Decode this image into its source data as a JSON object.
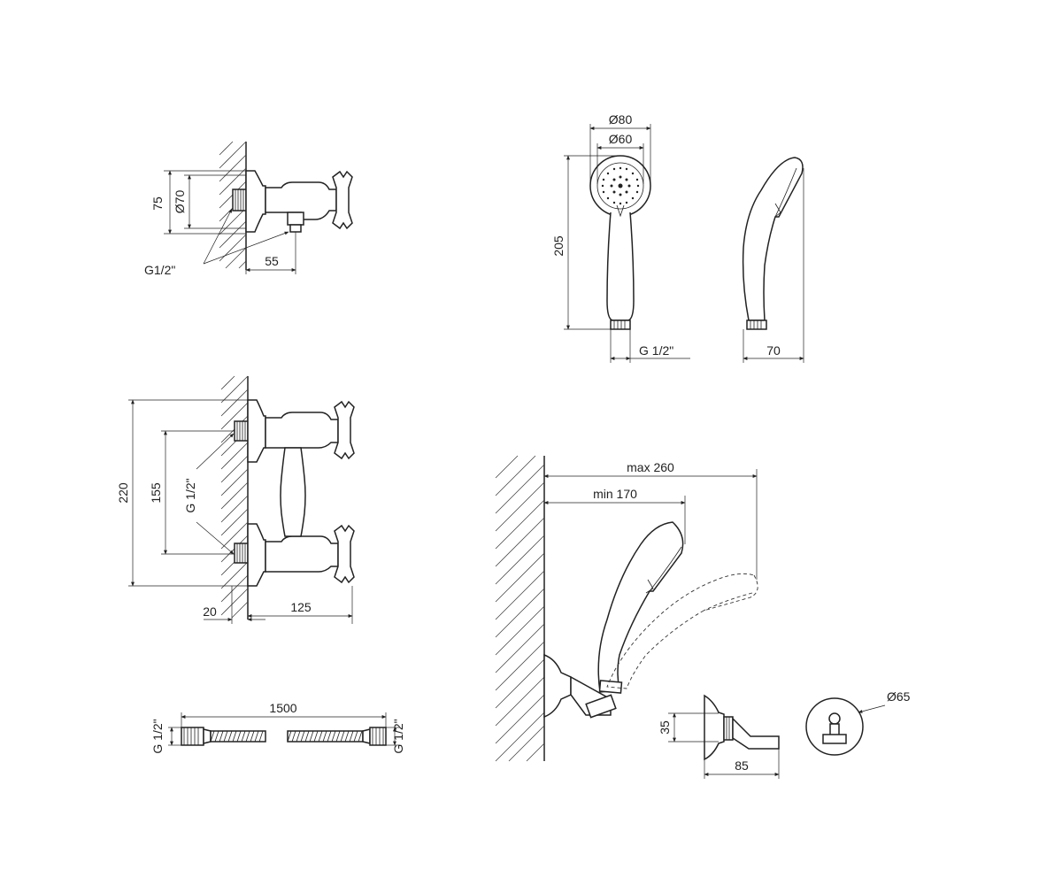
{
  "labels": {
    "mixer_top_height": "75",
    "mixer_top_flange_dia": "Ø70",
    "mixer_top_thread": "G1/2\"",
    "mixer_top_depth": "55",
    "mixer_front_height": "220",
    "mixer_front_spacing": "155",
    "mixer_front_thread": "G 1/2\"",
    "mixer_front_wall": "20",
    "mixer_front_depth": "125",
    "hose_length": "1500",
    "hose_thread_left": "G 1/2\"",
    "hose_thread_right": "G 1/2\"",
    "head_dia_outer": "Ø80",
    "head_dia_inner": "Ø60",
    "head_length": "205",
    "head_thread": "G 1/2\"",
    "head_depth": "70",
    "holder_max": "max 260",
    "holder_min": "min 170",
    "holder_height": "35",
    "holder_depth": "85",
    "holder_flange_dia": "Ø65"
  },
  "colors": {
    "line": "#222222",
    "background": "#ffffff"
  }
}
